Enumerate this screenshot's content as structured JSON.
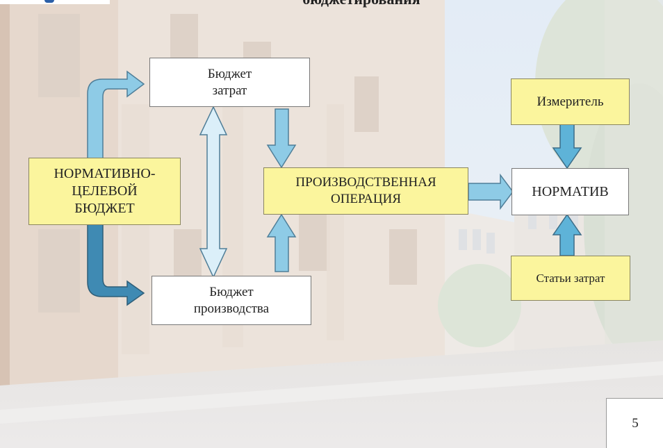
{
  "slide": {
    "title": "бюджетирования",
    "page_number": "5"
  },
  "diagram": {
    "boxes": {
      "cost_budget": "Бюджет\nзатрат",
      "normative_target_budget": "НОРМАТИВНО-\nЦЕЛЕВОЙ\nБЮДЖЕТ",
      "production_budget": "Бюджет\nпроизводства",
      "production_operation": "ПРОИЗВОДСТВЕННАЯ\nОПЕРАЦИЯ",
      "normative": "НОРМАТИВ",
      "measure": "Измеритель",
      "cost_items": "Статьи затрат"
    },
    "colors": {
      "box_yellow": "#fbf59d",
      "box_white": "#ffffff",
      "arrow_light": "#8ecbe6",
      "arrow_dark": "#3f8ab3",
      "arrow_mid": "#5eb3d8"
    }
  }
}
